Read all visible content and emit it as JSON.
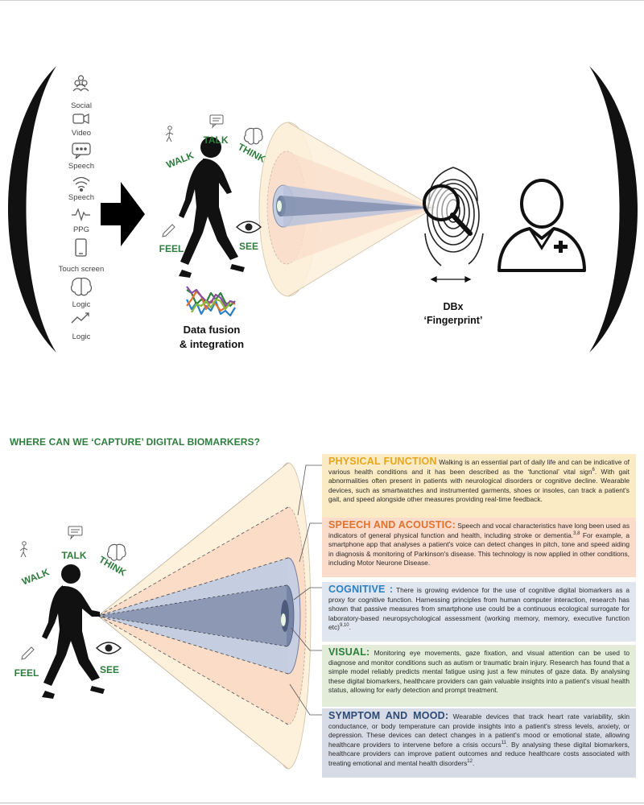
{
  "top": {
    "sources": [
      {
        "icon": "social-icon",
        "label": "Social"
      },
      {
        "icon": "video-icon",
        "label": "Video"
      },
      {
        "icon": "speech-bubble-icon",
        "label": "Speech"
      },
      {
        "icon": "wireless-icon",
        "label": "Speech"
      },
      {
        "icon": "ppg-icon",
        "label": "PPG"
      },
      {
        "icon": "phone-icon",
        "label": "Touch screen"
      },
      {
        "icon": "brain-icon",
        "label": "Logic"
      },
      {
        "icon": "trend-icon",
        "label": "Logic"
      }
    ],
    "modalities": {
      "walk": "WALK",
      "talk": "TALK",
      "think": "THINK",
      "feel": "FEEL",
      "see": "SEE"
    },
    "fusion_line1": "Data fusion",
    "fusion_line2": "& integration",
    "dbx_line1": "DBx",
    "dbx_line2": "‘Fingerprint’"
  },
  "bottom": {
    "title": "WHERE CAN WE ‘CAPTURE’ DIGITAL BIOMARKERS?",
    "modalities": {
      "walk": "WALK",
      "talk": "TALK",
      "think": "THINK",
      "feel": "FEEL",
      "see": "SEE"
    },
    "panels": [
      {
        "heading": "PHYSICAL FUNCTION",
        "text": "Walking is an essential part of daily life and can be indicative of various health conditions and it has been described as the ‘functional’ vital sign",
        "ref1": "6",
        "text2": ". With gait abnormalities often present in patients with neurological disorders or cognitive decline. Wearable devices, such as smartwatches and instrumented garments, shoes or insoles, can track a patient's gait, and speed alongside other measures providing real-time feedback."
      },
      {
        "heading": "SPEECH AND ACOUSTIC:",
        "text": "Speech and vocal characteristics have long been used as indicators of general physical function and health, including stroke or dementia.",
        "ref1": "3,8",
        "text2": " For example, a smartphone app that analyses a patient's voice can detect changes in pitch, tone and speed aiding in diagnosis & monitoring of Parkinson's disease. This technology is now applied in other conditions, including Motor Neurone Disease."
      },
      {
        "heading": "COGNITIVE :",
        "text": "There is growing evidence for the use of cognitive digital biomarkers as a proxy for cognitive function. Harnessing principles from human computer interaction, research has shown that passive measures from smartphone use could be a continuous ecological surrogate for laboratory-based neuropsychological assessment (working memory, memory, executive function etc)",
        "ref1": "9,10",
        "text2": "."
      },
      {
        "heading": "VISUAL:",
        "text": "Monitoring eye movements, gaze fixation, and visual attention can be used to diagnose and monitor conditions such as autism or traumatic brain injury. Research has found that a simple model reliably predicts mental fatigue using just a few minutes of gaze data. By analysing these digital biomarkers, healthcare providers can gain valuable insights into a patient's visual health status, allowing for early detection and prompt treatment.",
        "ref1": "",
        "text2": ""
      },
      {
        "heading": "SYMPTOM AND MOOD:",
        "text": "Wearable devices that track heart rate variability, skin conductance, or body temperature can provide insights into a patient's stress levels, anxiety, or depression. These devices can detect changes in a patient's mood or emotional state, allowing healthcare providers to intervene before a crisis occurs",
        "ref1": "11",
        "text2": ". By analysing these digital biomarkers, healthcare providers can improve patient outcomes and reduce healthcare costs associated with treating emotional and mental health disorders",
        "ref2": "12",
        "text3": "."
      }
    ]
  },
  "colors": {
    "physical": "#e8a51c",
    "speech": "#e0722e",
    "cognitive": "#2c7fc1",
    "visual": "#2e7d3c",
    "mood": "#2b4a74",
    "green_label": "#2e7d3c"
  }
}
